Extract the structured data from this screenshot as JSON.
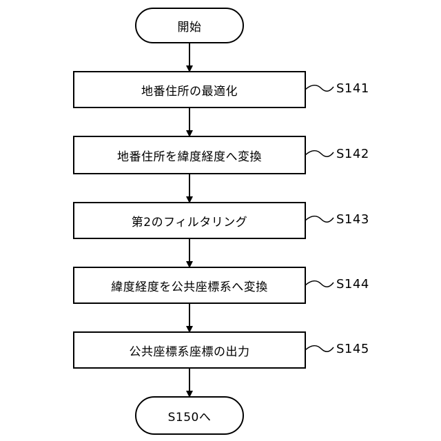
{
  "flowchart": {
    "start": "開始",
    "steps": [
      {
        "label": "地番住所の最適化",
        "id": "S141"
      },
      {
        "label": "地番住所を緯度経度へ変換",
        "id": "S142"
      },
      {
        "label": "第2のフィルタリング",
        "id": "S143"
      },
      {
        "label": "緯度経度を公共座標系へ変換",
        "id": "S144"
      },
      {
        "label": "公共座標系座標の出力",
        "id": "S145"
      }
    ],
    "end": "S150へ"
  }
}
